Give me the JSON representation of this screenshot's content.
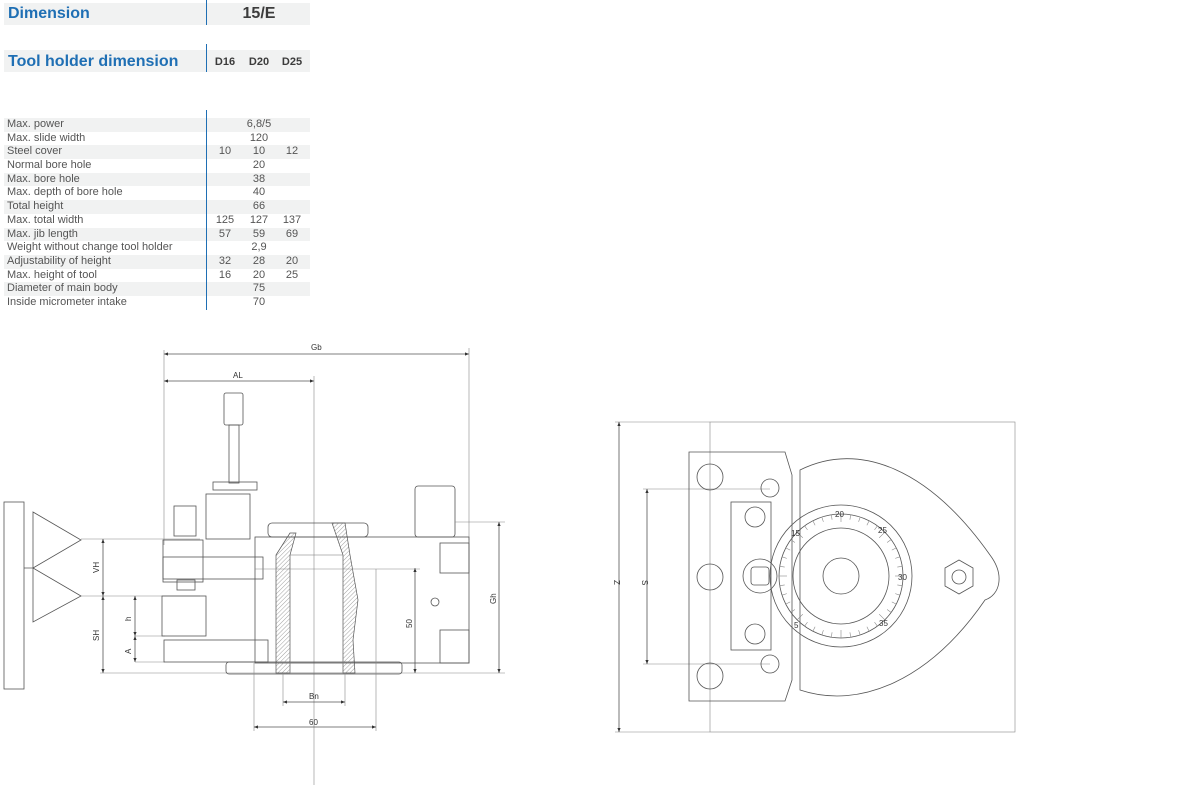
{
  "header": {
    "dimension_label": "Dimension",
    "dimension_value": "15/E"
  },
  "tool_holder": {
    "label": "Tool holder dimension",
    "columns": [
      "D16",
      "D20",
      "D25"
    ]
  },
  "specs": [
    {
      "label": "Max. power",
      "value": "6,8/5"
    },
    {
      "label": "Max. slide width",
      "value": "120"
    },
    {
      "label": "Steel cover",
      "values": [
        "10",
        "10",
        "12"
      ]
    },
    {
      "label": "Normal bore hole",
      "value": "20"
    },
    {
      "label": "Max. bore hole",
      "value": "38"
    },
    {
      "label": "Max. depth of bore hole",
      "value": "40"
    },
    {
      "label": "Total height",
      "value": "66"
    },
    {
      "label": "Max. total width",
      "values": [
        "125",
        "127",
        "137"
      ]
    },
    {
      "label": "Max. jib length",
      "values": [
        "57",
        "59",
        "69"
      ]
    },
    {
      "label": "Weight without change tool holder",
      "value": "2,9"
    },
    {
      "label": "Adjustability of height",
      "values": [
        "32",
        "28",
        "20"
      ]
    },
    {
      "label": "Max. height of tool",
      "values": [
        "16",
        "20",
        "25"
      ]
    },
    {
      "label": "Diameter of main body",
      "value": "75"
    },
    {
      "label": "Inside micrometer intake",
      "value": "70"
    }
  ],
  "side_drawing": {
    "gb": "Gb",
    "al": "AL",
    "vh": "VH",
    "sh": "SH",
    "h": "h",
    "a": "A",
    "fifty": "50",
    "gh": "Gh",
    "bn": "Bn",
    "sixty": "60"
  },
  "top_drawing": {
    "z": "Z",
    "s": "S",
    "dial": [
      "5",
      "15",
      "20",
      "25",
      "30",
      "35"
    ]
  }
}
